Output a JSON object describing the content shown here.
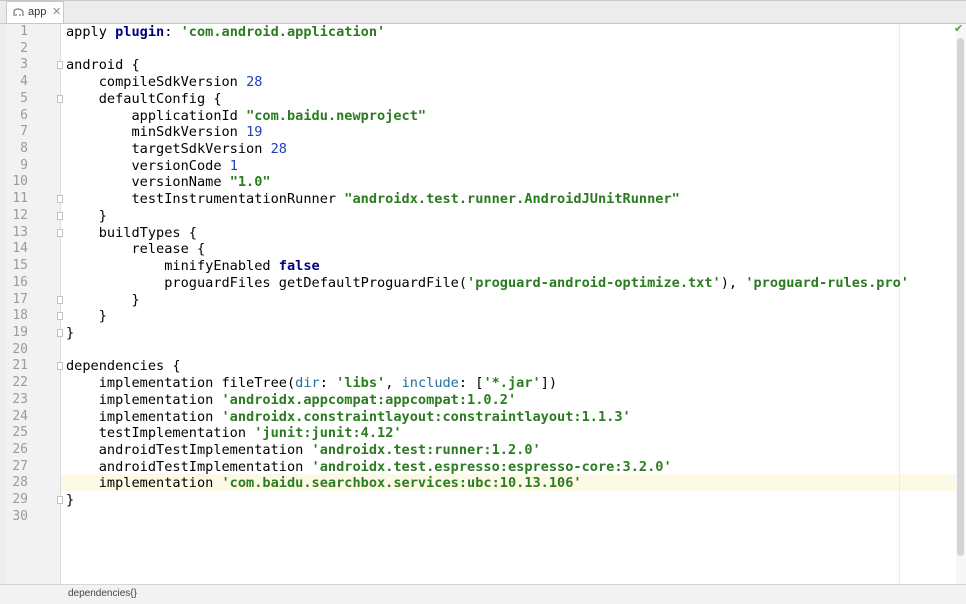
{
  "tab": {
    "label": "app",
    "close": "✕",
    "icon": "gradle-elephant-icon"
  },
  "editor": {
    "highlighted_line": 28,
    "lines": [
      [
        {
          "t": "apply "
        },
        {
          "t": "plugin",
          "c": "kw"
        },
        {
          "t": ": "
        },
        {
          "t": "'com.android.application'",
          "c": "str"
        }
      ],
      [],
      [
        {
          "t": "android {"
        }
      ],
      [
        {
          "t": "    compileSdkVersion "
        },
        {
          "t": "28",
          "c": "num"
        }
      ],
      [
        {
          "t": "    defaultConfig {"
        }
      ],
      [
        {
          "t": "        applicationId "
        },
        {
          "t": "\"com.baidu.newproject\"",
          "c": "str"
        }
      ],
      [
        {
          "t": "        minSdkVersion "
        },
        {
          "t": "19",
          "c": "num"
        }
      ],
      [
        {
          "t": "        targetSdkVersion "
        },
        {
          "t": "28",
          "c": "num"
        }
      ],
      [
        {
          "t": "        versionCode "
        },
        {
          "t": "1",
          "c": "num"
        }
      ],
      [
        {
          "t": "        versionName "
        },
        {
          "t": "\"1.0\"",
          "c": "str"
        }
      ],
      [
        {
          "t": "        testInstrumentationRunner "
        },
        {
          "t": "\"androidx.test.runner.AndroidJUnitRunner\"",
          "c": "str"
        }
      ],
      [
        {
          "t": "    }"
        }
      ],
      [
        {
          "t": "    buildTypes {"
        }
      ],
      [
        {
          "t": "        release {"
        }
      ],
      [
        {
          "t": "            minifyEnabled "
        },
        {
          "t": "false",
          "c": "bool"
        }
      ],
      [
        {
          "t": "            proguardFiles getDefaultProguardFile("
        },
        {
          "t": "'proguard-android-optimize.txt'",
          "c": "str"
        },
        {
          "t": "), "
        },
        {
          "t": "'proguard-rules.pro'",
          "c": "str"
        }
      ],
      [
        {
          "t": "        }"
        }
      ],
      [
        {
          "t": "    }"
        }
      ],
      [
        {
          "t": "}"
        }
      ],
      [],
      [
        {
          "t": "dependencies {"
        }
      ],
      [
        {
          "t": "    implementation fileTree("
        },
        {
          "t": "dir",
          "c": "named"
        },
        {
          "t": ": "
        },
        {
          "t": "'libs'",
          "c": "str"
        },
        {
          "t": ", "
        },
        {
          "t": "include",
          "c": "named"
        },
        {
          "t": ": ["
        },
        {
          "t": "'*.jar'",
          "c": "str"
        },
        {
          "t": "])"
        }
      ],
      [
        {
          "t": "    implementation "
        },
        {
          "t": "'androidx.appcompat:appcompat:1.0.2'",
          "c": "str"
        }
      ],
      [
        {
          "t": "    implementation "
        },
        {
          "t": "'androidx.constraintlayout:constraintlayout:1.1.3'",
          "c": "str"
        }
      ],
      [
        {
          "t": "    testImplementation "
        },
        {
          "t": "'junit:junit:4.12'",
          "c": "str"
        }
      ],
      [
        {
          "t": "    androidTestImplementation "
        },
        {
          "t": "'androidx.test:runner:1.2.0'",
          "c": "str"
        }
      ],
      [
        {
          "t": "    androidTestImplementation "
        },
        {
          "t": "'androidx.test.espresso:espresso-core:3.2.0'",
          "c": "str"
        }
      ],
      [
        {
          "t": "    implementation "
        },
        {
          "t": "'com.baidu.searchbox.services:ubc:10.13.106'",
          "c": "str"
        }
      ],
      [
        {
          "t": "}"
        }
      ],
      []
    ],
    "fold_markers": [
      3,
      5,
      11,
      12,
      13,
      17,
      18,
      19,
      21,
      29
    ]
  },
  "status": {
    "breadcrumb": "dependencies{}",
    "check_icon": "check-icon"
  }
}
